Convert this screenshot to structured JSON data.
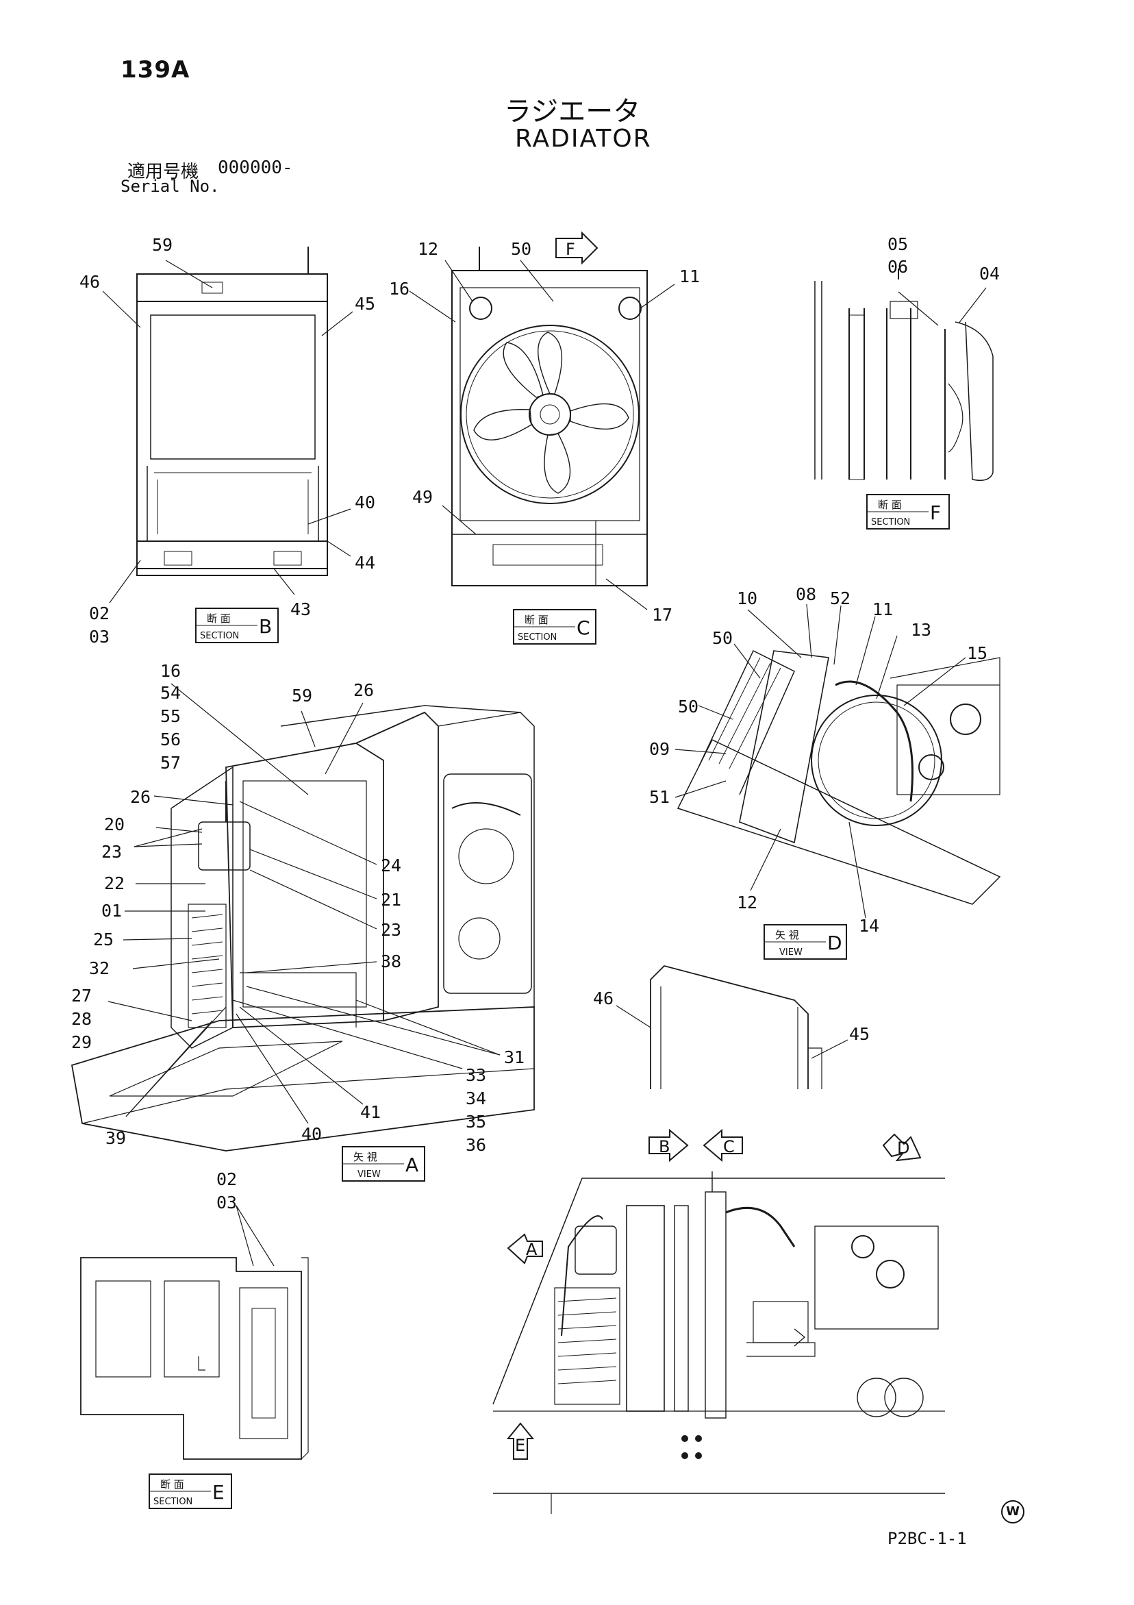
{
  "header": {
    "page_number": "139A",
    "title_ja": "ラジエータ",
    "title_en": "RADIATOR",
    "serial_label_ja": "適用号機",
    "serial_value": "000000-",
    "serial_label_en": "Serial No."
  },
  "footer": {
    "page_code": "P2BC-1-1",
    "mark": "W"
  },
  "section_boxes": {
    "ja_section": "断 面",
    "ja_view": "矢 視",
    "en_section": "SECTION",
    "en_view": "VIEW",
    "B": "B",
    "C": "C",
    "F": "F",
    "E": "E",
    "A": "A",
    "D": "D"
  },
  "view_arrows": {
    "F": "F",
    "B": "B",
    "C": "C",
    "D": "D",
    "A": "A",
    "E": "E"
  },
  "callouts": {
    "sectionB": {
      "n59": "59",
      "n46": "46",
      "n45": "45",
      "n40": "40",
      "n44": "44",
      "n43": "43",
      "n02": "02",
      "n03": "03"
    },
    "sectionC": {
      "n12": "12",
      "n50": "50",
      "n16": "16",
      "n11": "11",
      "n49": "49",
      "n17": "17"
    },
    "sectionF": {
      "n05": "05",
      "n06": "06",
      "n04": "04"
    },
    "viewD": {
      "n10": "10",
      "n08": "08",
      "n52": "52",
      "n11": "11",
      "n50a": "50",
      "n13": "13",
      "n15": "15",
      "n50b": "50",
      "n09": "09",
      "n51": "51",
      "n12": "12",
      "n14": "14"
    },
    "viewA": {
      "n16": "16",
      "n54": "54",
      "n55": "55",
      "n56": "56",
      "n57": "57",
      "n59": "59",
      "n26a": "26",
      "n26b": "26",
      "n20": "20",
      "n23a": "23",
      "n24": "24",
      "n22": "22",
      "n21": "21",
      "n01": "01",
      "n23b": "23",
      "n25": "25",
      "n38": "38",
      "n32": "32",
      "n27": "27",
      "n28": "28",
      "n29": "29",
      "n31": "31",
      "n33": "33",
      "n34": "34",
      "n35": "35",
      "n36": "36",
      "n39": "39",
      "n40": "40",
      "n41": "41"
    },
    "detail": {
      "n46": "46",
      "n45": "45"
    },
    "sectionE": {
      "n02": "02",
      "n03": "03"
    }
  }
}
